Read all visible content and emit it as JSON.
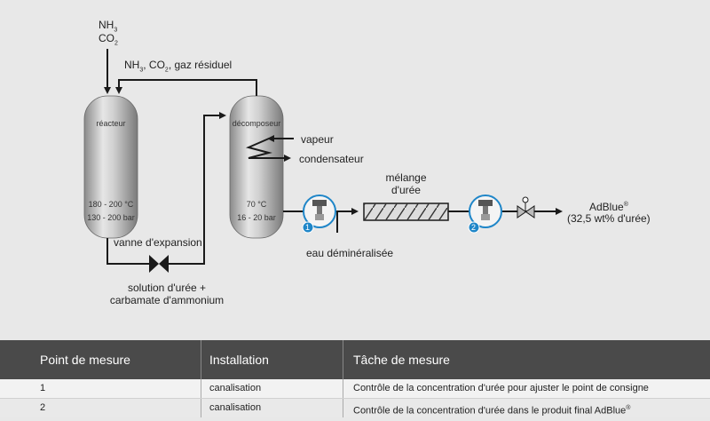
{
  "labels": {
    "feed_nh3": "NH",
    "feed_nh3_sub": "3",
    "feed_co2": "CO",
    "feed_co2_sub": "2",
    "recycle_a": "NH",
    "recycle_a_sub": "3",
    "recycle_b": ", CO",
    "recycle_b_sub": "2",
    "recycle_c": ", gaz résiduel",
    "reactor_name": "réacteur",
    "reactor_temp": "180 - 200 °C",
    "reactor_pressure": "130 - 200 bar",
    "decomposer_name": "décomposeur",
    "decomposer_temp": "70 °C",
    "decomposer_pressure": "16 - 20 bar",
    "steam": "vapeur",
    "condensate": "condensateur",
    "expansion_valve": "vanne d'expansion",
    "solution_line1": "solution d'urée +",
    "solution_line2": "carbamate d'ammonium",
    "mixer_line1": "mélange",
    "mixer_line2": "d'urée",
    "demin_water": "eau déminéralisée",
    "product_name": "AdBlue",
    "product_reg": "®",
    "product_detail": "(32,5 wt% d'urée)",
    "point1": "1",
    "point2": "2"
  },
  "table": {
    "headers": [
      "Point de mesure",
      "Installation",
      "Tâche de mesure"
    ],
    "rows": [
      {
        "point": "1",
        "installation": "canalisation",
        "task": "Contrôle de la concentration d'urée pour ajuster le point de consigne",
        "task_sup": ""
      },
      {
        "point": "2",
        "installation": "canalisation",
        "task": "Contrôle de la concentration d'urée dans le produit final AdBlue",
        "task_sup": "®"
      }
    ]
  },
  "colors": {
    "accent_blue": "#1f86c8",
    "line": "#1a1a1a",
    "header_bg": "#4a4a4a"
  }
}
